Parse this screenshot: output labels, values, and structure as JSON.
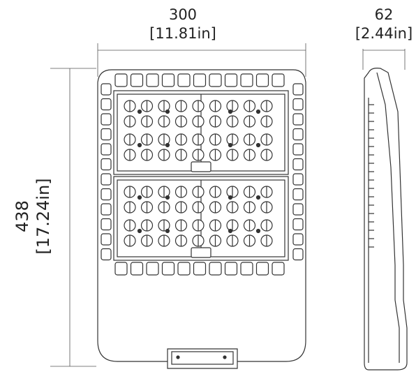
{
  "dimensions": {
    "width": {
      "mm": "300",
      "inch": "[11.81in]"
    },
    "depth": {
      "mm": "62",
      "inch": "[2.44in]"
    },
    "height": {
      "mm": "438",
      "inch": "[17.24in]"
    }
  },
  "colors": {
    "line": "#333333",
    "text": "#222222",
    "background": "#ffffff"
  }
}
